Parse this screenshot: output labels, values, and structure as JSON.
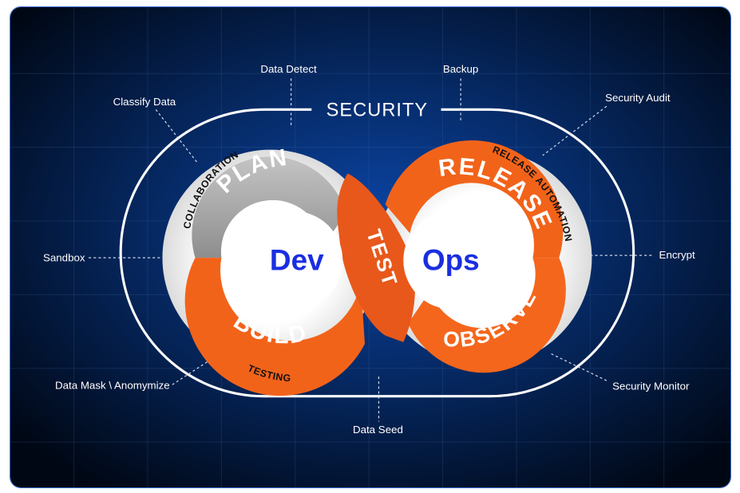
{
  "title": "SECURITY",
  "center": {
    "left": "Dev",
    "right": "Ops",
    "middle": "TEST"
  },
  "stages": {
    "plan": "PLAN",
    "build": "BUILD",
    "release": "RELEASE",
    "observe": "OBSERVE"
  },
  "ring_labels": {
    "collaboration": "COLLABORATION",
    "testing": "TESTING",
    "release_automation": "RELEASE AUTOMATION"
  },
  "callouts": {
    "data_detect": "Data Detect",
    "backup": "Backup",
    "classify_data": "Classify Data",
    "security_audit": "Security Audit",
    "sandbox": "Sandbox",
    "encrypt": "Encrypt",
    "data_mask": "Data Mask \\ Anomymize",
    "security_monitor": "Security Monitor",
    "data_seed": "Data Seed"
  },
  "colors": {
    "orange": "#f2631a",
    "gray": "#a9a9a9",
    "background": "#000a1e",
    "glow": "#0a3a8c",
    "center_text": "#1a2ee0"
  }
}
